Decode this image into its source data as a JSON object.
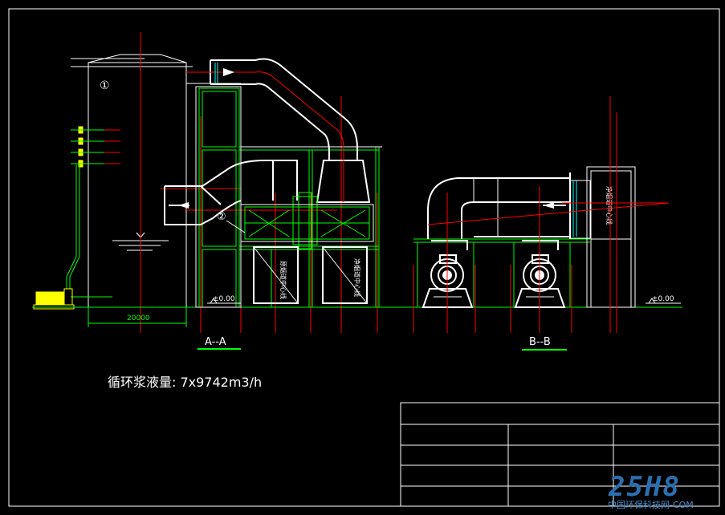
{
  "labels": {
    "marker_1": "①",
    "marker_2": "②",
    "width_dim": "20000",
    "elev_a": "±0.00",
    "elev_b": "±0.00",
    "section_a": "A--A",
    "section_b": "B--B",
    "flow_caption": "循环浆液量: 7x9742m3/h",
    "tank_text_1": "原烟道中心线",
    "tank_text_2": "净烟道中心线",
    "duct_text_b": "净烟道中心线"
  },
  "watermark": {
    "logo": "25H8",
    "subtitle": "中国环保科技网-COM"
  },
  "colors": {
    "background": "#000000",
    "structure": "#ffffff",
    "steel_green": "#00ff00",
    "centerline_red": "#ff0000",
    "pump_yellow": "#ffff00",
    "accent_cyan": "#00ffff",
    "watermark_blue": "#2a6fb0"
  }
}
